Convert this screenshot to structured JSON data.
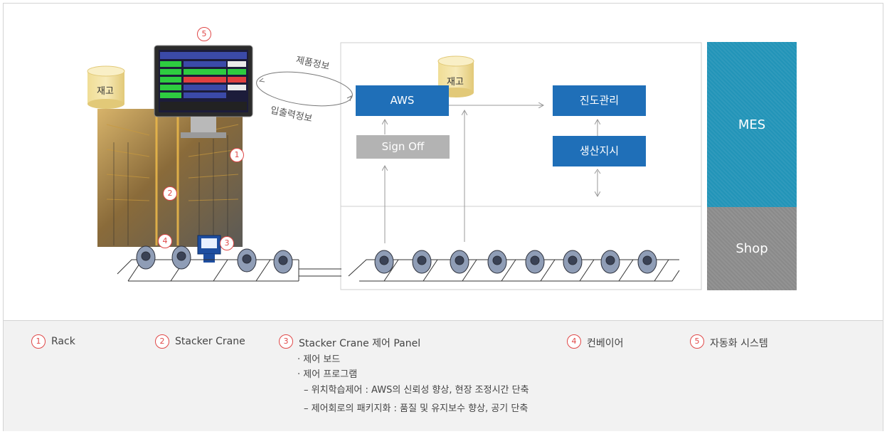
{
  "diagram": {
    "top_labels": {
      "product_info": "제품정보",
      "inout_info": "입출력정보"
    },
    "stock_label": "재고",
    "boxes": {
      "aws": "AWS",
      "sign_off": "Sign Off",
      "progress": "진도관리",
      "production_order": "생산지시",
      "mes": "MES",
      "shop": "Shop"
    },
    "markers": [
      "1",
      "2",
      "3",
      "4",
      "5"
    ],
    "colors": {
      "blue": "#1f6fb8",
      "gray_box": "#b3b3b3",
      "mes": "#2294b8",
      "shop": "#8a8a8a",
      "marker": "#e04848"
    }
  },
  "legend": {
    "items": [
      {
        "num": "1",
        "label": "Rack"
      },
      {
        "num": "2",
        "label": "Stacker Crane"
      },
      {
        "num": "3",
        "label": "Stacker Crane 제어 Panel"
      },
      {
        "num": "4",
        "label": "컨베이어"
      },
      {
        "num": "5",
        "label": "자동화 시스템"
      }
    ],
    "panel_details": [
      "· 제어 보드",
      "· 제어 프로그램",
      "– 위치학습제어 : AWS의 신뢰성 향상, 현장 조정시간 단축",
      "– 제어회로의 패키지화 : 품질 및 유지보수 향상, 공기 단축"
    ]
  }
}
